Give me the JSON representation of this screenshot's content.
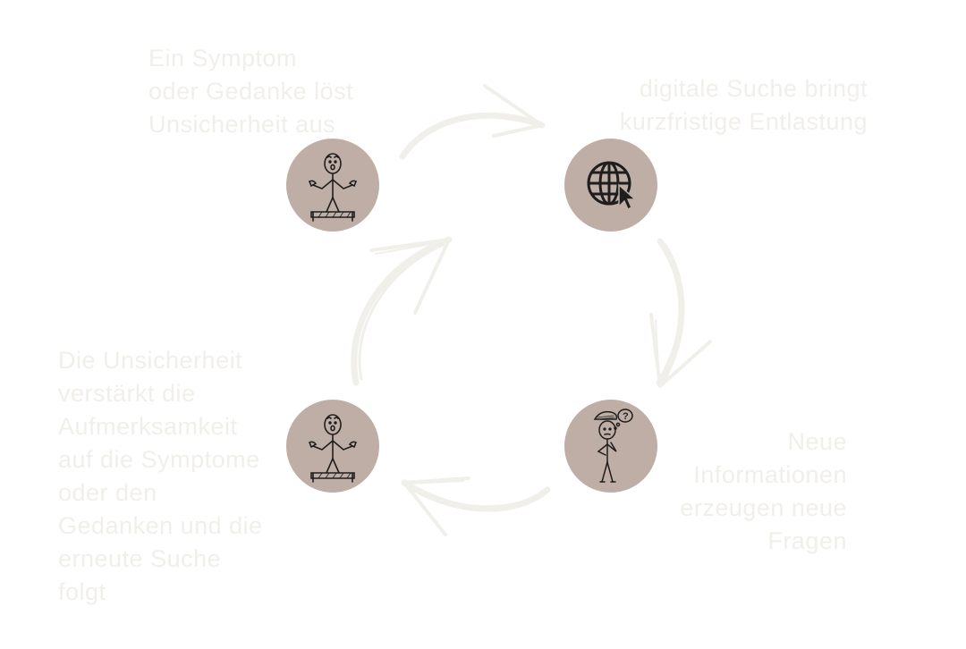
{
  "colors": {
    "node_fill": "#bfaea5",
    "label_text": "#f1efea",
    "arrow_stroke": "#f1efea",
    "icon_ink": "#1e1e1e"
  },
  "cycle": {
    "steps": [
      {
        "icon": "stick-figure-shrug-icon",
        "lines": [
          "Ein Symptom",
          "oder Gedanke löst",
          "Unsicherheit aus"
        ]
      },
      {
        "icon": "globe-cursor-icon",
        "lines": [
          "digitale Suche bringt",
          "kurzfristige Entlastung"
        ]
      },
      {
        "icon": "thinking-figure-question-icon",
        "lines": [
          "Neue",
          "Informationen",
          "erzeugen neue",
          "Fragen"
        ]
      },
      {
        "icon": "stick-figure-shrug-icon",
        "lines": [
          "Die Unsicherheit",
          "verstärkt die",
          "Aufmerksamkeit",
          "auf die Symptome",
          "oder den",
          "Gedanken und die",
          "erneute Suche",
          "folgt"
        ]
      }
    ]
  }
}
